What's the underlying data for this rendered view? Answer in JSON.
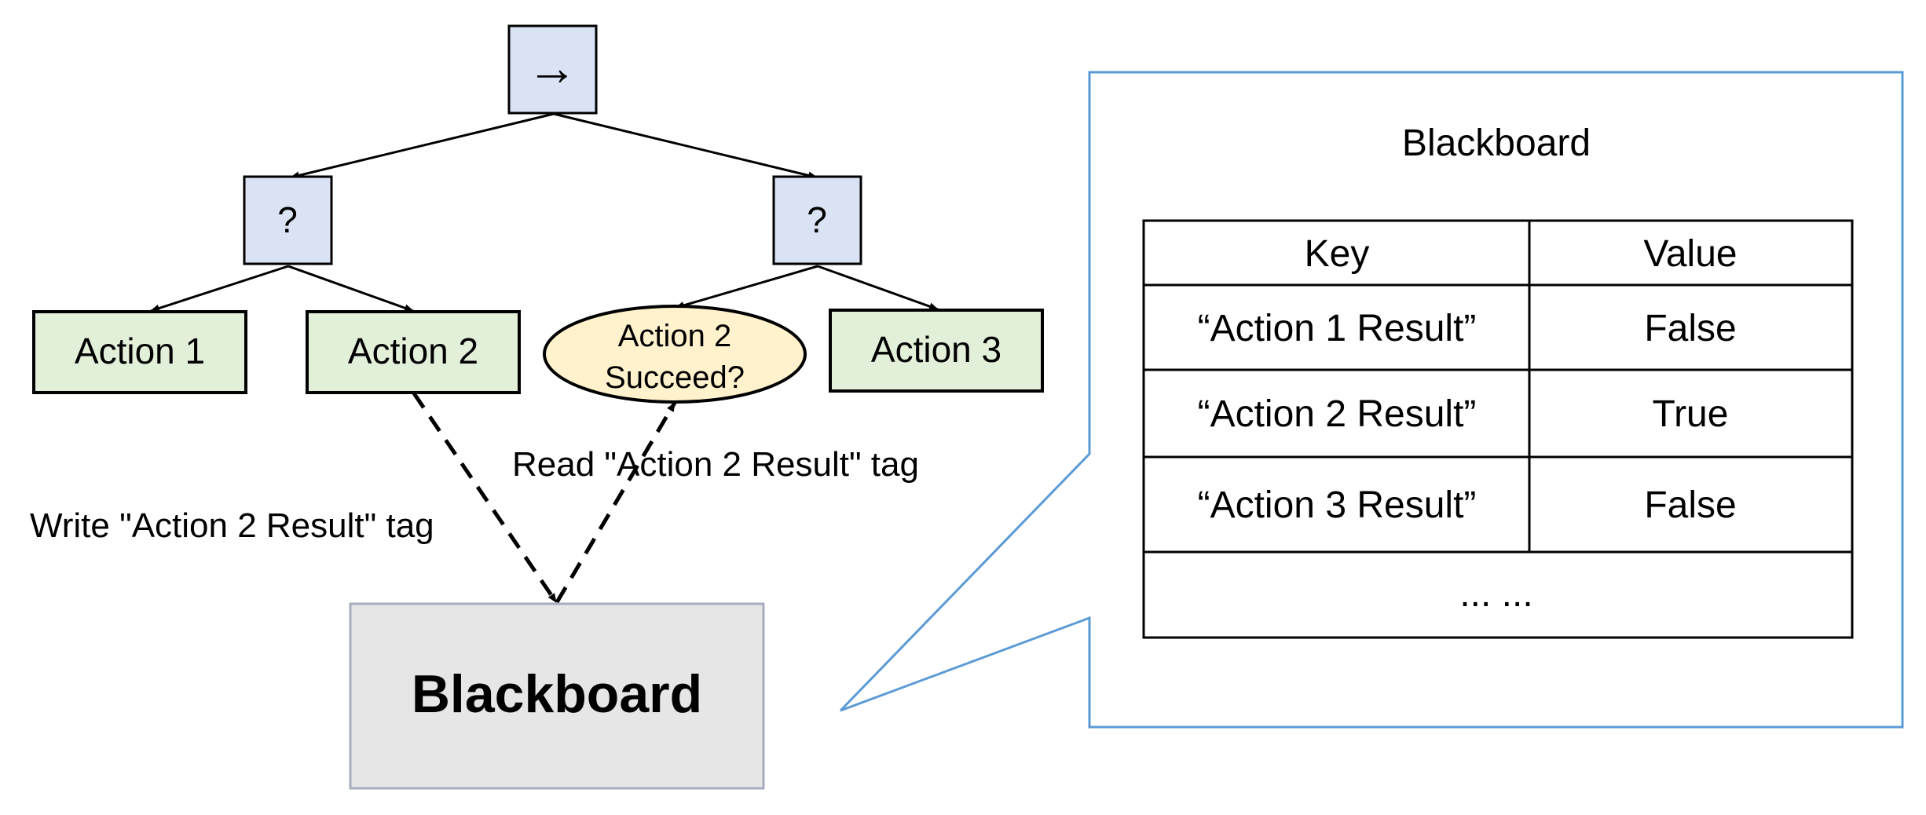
{
  "tree": {
    "root_symbol": "→",
    "fallback_left_symbol": "?",
    "fallback_right_symbol": "?",
    "action_1": "Action 1",
    "action_2": "Action 2",
    "condition_line1": "Action 2",
    "condition_line2": "Succeed?",
    "action_3": "Action 3"
  },
  "edges": {
    "write_label": "Write \"Action 2 Result\" tag",
    "read_label": "Read \"Action 2 Result\" tag"
  },
  "blackboard_box": {
    "label": "Blackboard"
  },
  "callout": {
    "title": "Blackboard",
    "table": {
      "headers": [
        "Key",
        "Value"
      ],
      "rows": [
        [
          "“Action 1 Result”",
          "False"
        ],
        [
          "“Action 2 Result”",
          "True"
        ],
        [
          "“Action 3 Result”",
          "False"
        ]
      ],
      "ellipsis": "... ..."
    }
  },
  "colors": {
    "control_node_fill": "#dae3f3",
    "action_node_fill": "#e2f0d9",
    "condition_node_fill": "#fff2cc",
    "blackboard_fill": "#e6e6e6",
    "blackboard_border": "#a6aebd",
    "callout_border": "#5b9bd5"
  }
}
